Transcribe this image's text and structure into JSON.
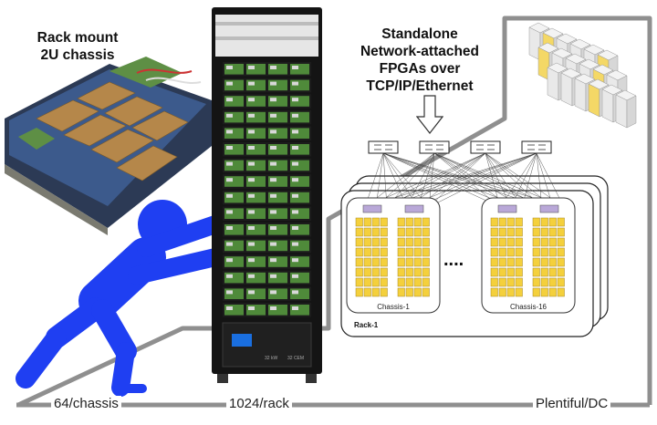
{
  "labels": {
    "chassis_title_line1": "Rack mount",
    "chassis_title_line2": "2U chassis",
    "network_line1": "Standalone",
    "network_line2": "Network-attached",
    "network_line3": "FPGAs over",
    "network_line4": "TCP/IP/Ethernet",
    "chassis_1": "Chassis-1",
    "chassis_16": "Chassis-16",
    "rack_1": "Rack-1",
    "ellipsis": "....",
    "scale_chassis": "64/chassis",
    "scale_rack": "1024/rack",
    "scale_dc": "Plentiful/DC"
  },
  "colors": {
    "figure_blue": "#1f3ff2",
    "fpga_yellow": "#f4d03c",
    "switch_purple": "#b9a8d8",
    "rack_dark": "#141414",
    "board_green": "#4f8a3a",
    "staircase_gray": "#8f8f8f",
    "screen_blue": "#1a6fe0"
  }
}
